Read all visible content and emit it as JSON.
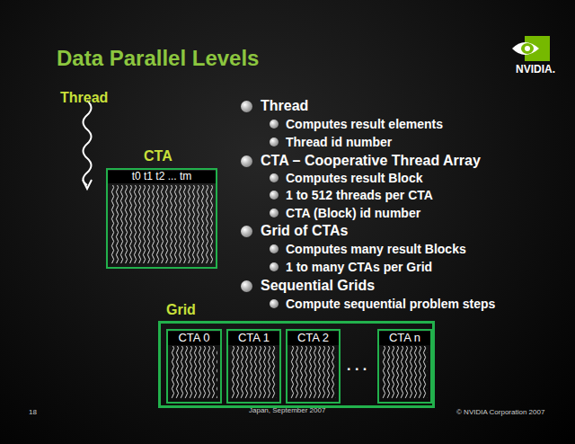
{
  "diagram": {
    "title": "Data Parallel Levels",
    "nodes": [
      {
        "text": [
          "CTA",
          "t0 t1 t2 ... tm"
        ]
      },
      {
        "text": [
          "Grid"
        ]
      },
      {
        "text": [
          "CTA 0"
        ],
        "in": 1
      },
      {
        "text": [
          "CTA 1"
        ],
        "in": 1
      },
      {
        "text": [
          "CTA 2"
        ],
        "in": 1
      },
      {
        "text": [
          "CTA n"
        ],
        "in": 1
      }
    ],
    "labels": [
      "Thread",
      "NVIDIA.",
      "Thread",
      "Computes result elements",
      "Thread id number",
      "CTA – Cooperative Thread Array",
      "Computes result Block",
      "1 to 512 threads per CTA",
      "CTA (Block) id number",
      "Grid of CTAs",
      "Computes many result Blocks",
      "1 to many CTAs per Grid",
      "Sequential Grids",
      "Compute sequential problem steps",
      ". . .",
      "18",
      "Japan, September 2007",
      "© NVIDIA Corporation 2007"
    ]
  }
}
